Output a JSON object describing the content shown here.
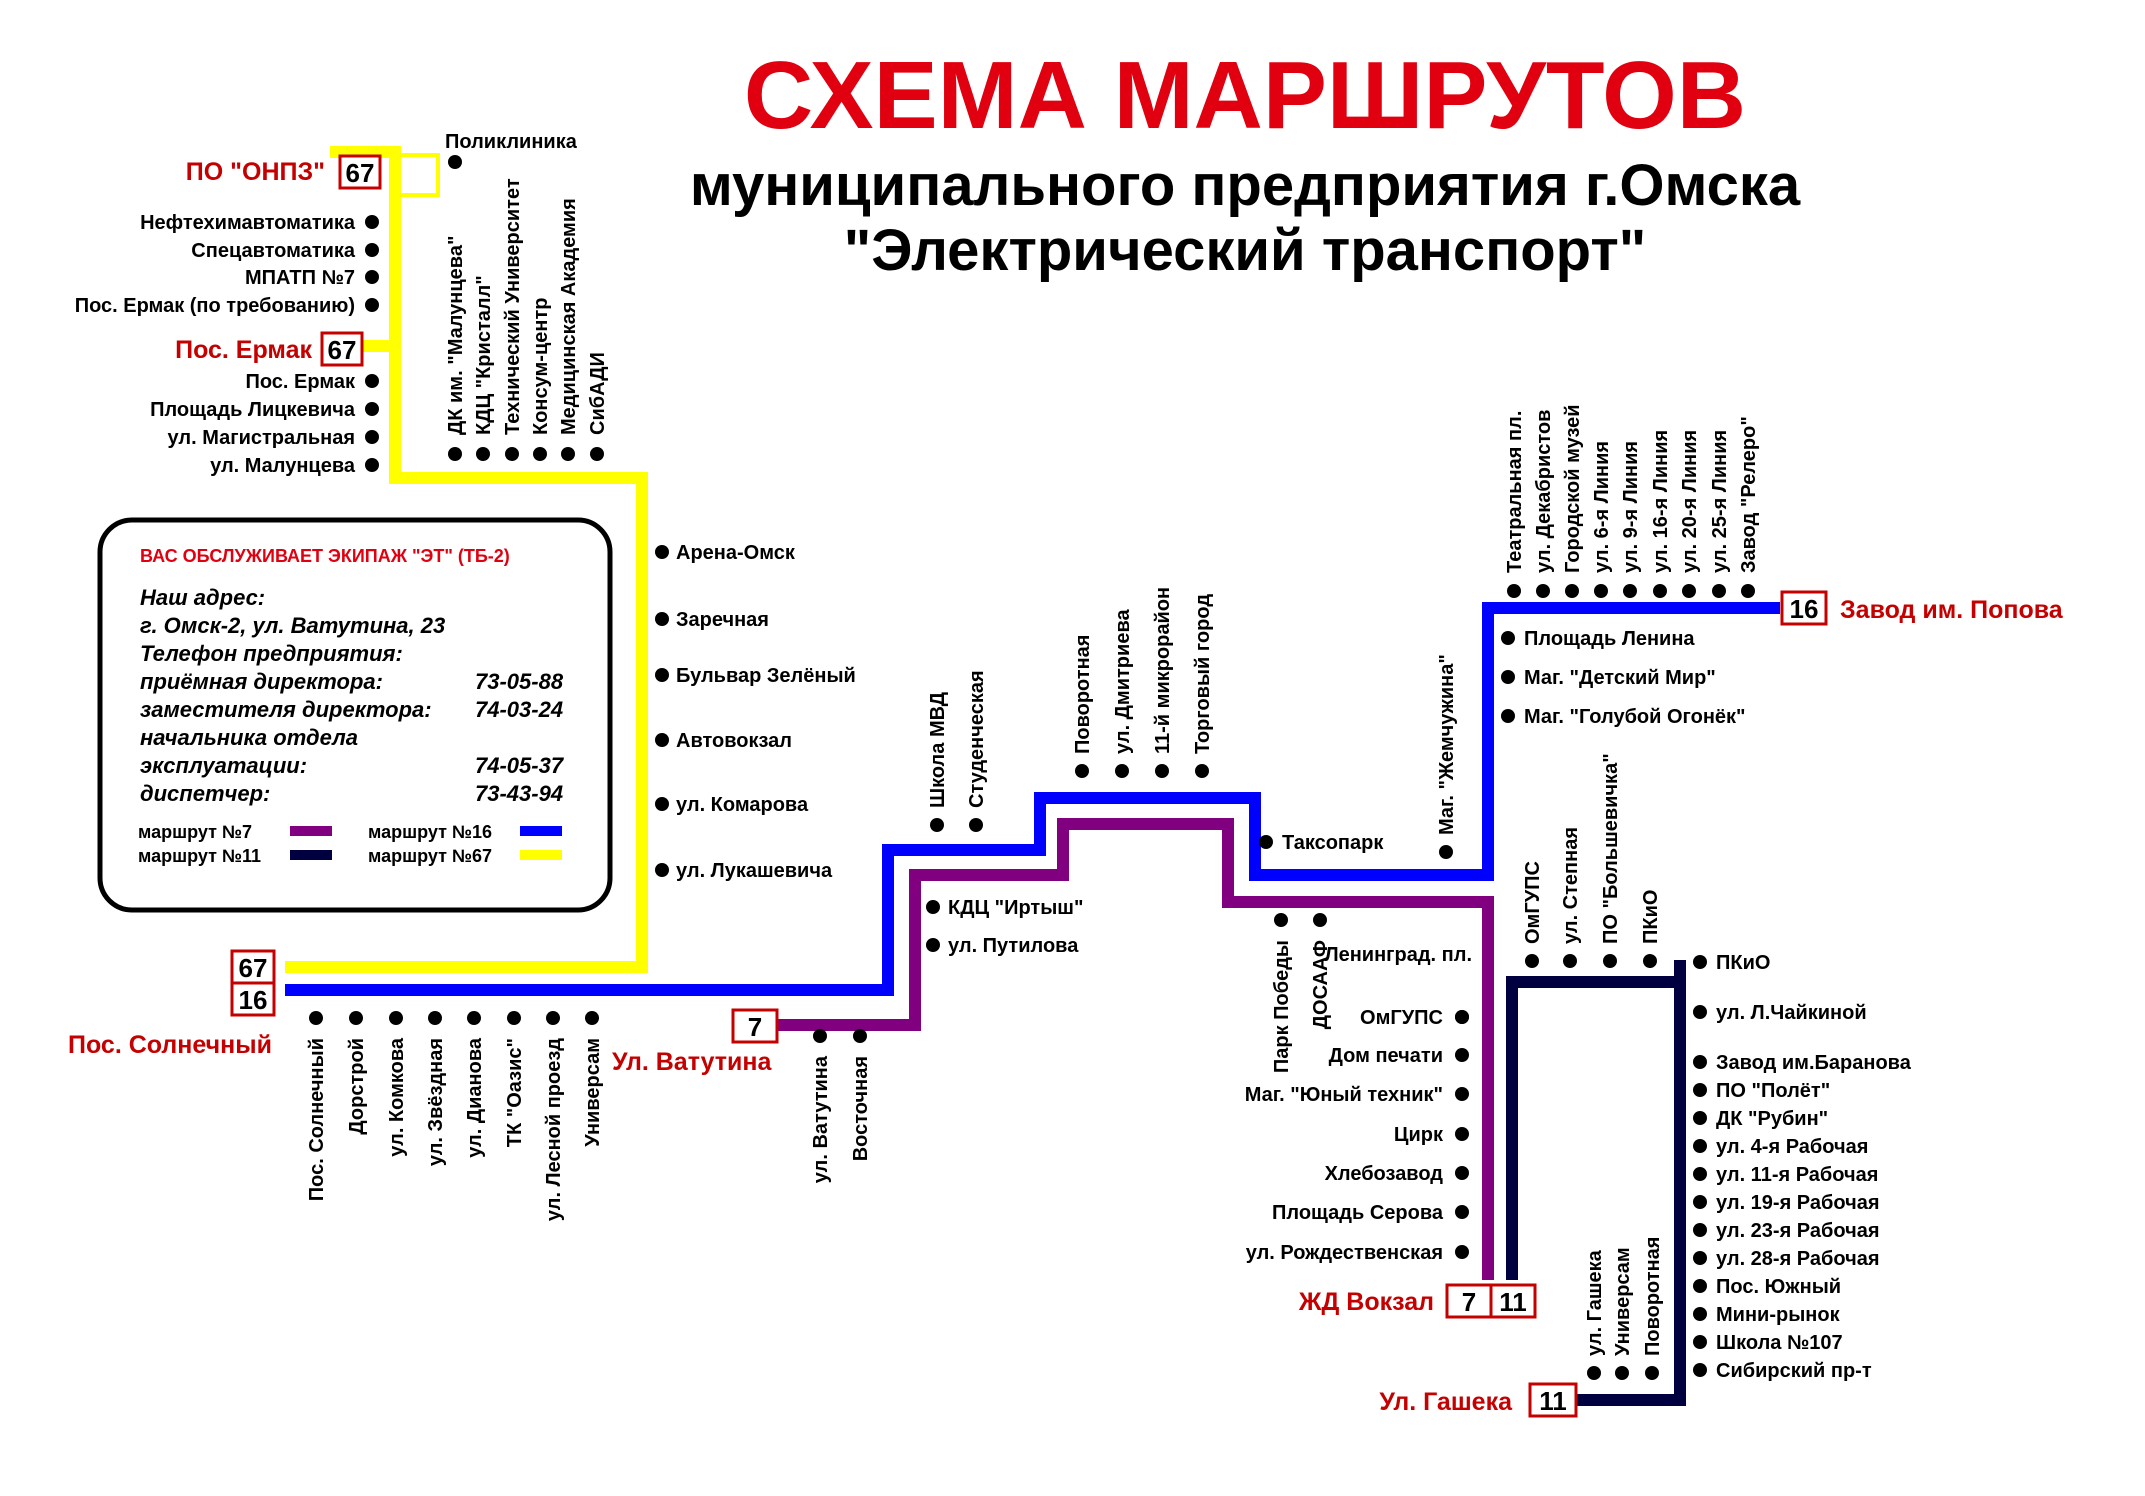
{
  "header": {
    "title": "СХЕМА МАРШРУТОВ",
    "subtitle1": "муниципального предприятия г.Омска",
    "subtitle2": "\"Электрический транспорт\""
  },
  "info_box": {
    "heading": "ВАС ОБСЛУЖИВАЕТ ЭКИПАЖ \"ЭТ\" (ТБ-2)",
    "address_label": "Наш адрес:",
    "address": "г. Омск-2, ул. Ватутина, 23",
    "phones_label": "Телефон предприятия:",
    "phones": [
      {
        "label": "приёмная директора:",
        "value": "73-05-88"
      },
      {
        "label": "заместителя директора:",
        "value": "74-03-24"
      },
      {
        "label": "начальника отдела",
        "value": ""
      },
      {
        "label": "эксплуатации:",
        "value": "74-05-37"
      },
      {
        "label": "диспетчер:",
        "value": "73-43-94"
      }
    ],
    "legend": [
      {
        "label": "маршрут №7",
        "color": "#800080"
      },
      {
        "label": "маршрут №16",
        "color": "#0000ff"
      },
      {
        "label": "маршрут №11",
        "color": "#000040"
      },
      {
        "label": "маршрут №67",
        "color": "#ffff00"
      }
    ]
  },
  "colors": {
    "route_7": "#800080",
    "route_11": "#000040",
    "route_16": "#0000ff",
    "route_67": "#ffff00",
    "terminal_text": "#c40000",
    "title": "#e0000f"
  },
  "terminals": {
    "onpz": {
      "label": "ПО \"ОНПЗ\"",
      "routes": [
        "67"
      ]
    },
    "ermak": {
      "label": "Пос. Ермак",
      "routes": [
        "67"
      ]
    },
    "solnechny": {
      "label": "Пос. Солнечный",
      "routes": [
        "67",
        "16"
      ]
    },
    "vatutina": {
      "label": "Ул. Ватутина",
      "routes": [
        "7"
      ]
    },
    "popova": {
      "label": "Завод им. Попова",
      "routes": [
        "16"
      ]
    },
    "vokzal": {
      "label": "ЖД Вокзал",
      "routes": [
        "7",
        "11"
      ]
    },
    "gasheka": {
      "label": "Ул. Гашека",
      "routes": [
        "11"
      ]
    }
  },
  "stops": {
    "onpz_left": [
      "Нефтехимавтоматика",
      "Спецавтоматика",
      "МПАТП №7",
      "Пос. Ермак (по требованию)"
    ],
    "ermak_left": [
      "Пос. Ермак",
      "Площадь Лицкевича",
      "ул. Магистральная",
      "ул. Малунцева"
    ],
    "poliklinika": "Поликлиника",
    "top_vertical": [
      "ДК им. \"Малунцева\"",
      "КДЦ \"Кристалл\"",
      "Технический Университет",
      "Консум-центр",
      "Медицинская Академия",
      "СибАДИ"
    ],
    "irtysh_right": [
      "Арена-Омск",
      "Заречная",
      "Бульвар Зелёный",
      "Автовокзал",
      "ул. Комарова",
      "ул. Лукашевича"
    ],
    "solnechny_bottom": [
      "Пос. Солнечный",
      "Дорстрой",
      "ул. Комкова",
      "ул. Звёздная",
      "ул. Дианова",
      "ТК \"Оазис\"",
      "ул. Лесной проезд",
      "Универсам"
    ],
    "vatutina_bottom": [
      "ул. Ватутина",
      "Восточная"
    ],
    "mvd_top": [
      "Школа МВД",
      "Студенческая"
    ],
    "kdc_right": [
      "КДЦ \"Иртыш\"",
      "ул. Путилова"
    ],
    "center_top": [
      "Поворотная",
      "ул. Дмитриева",
      "11-й микрорайон",
      "Торговый город"
    ],
    "taksopark": "Таксопарк",
    "zhemchuzhina": "Маг. \"Жемчужина\"",
    "pobedy_vertical": [
      "Парк Победы",
      "ДОСААФ"
    ],
    "route7_left": [
      "Ленинград. пл.",
      "ОмГУПС",
      "Дом печати",
      "Маг. \"Юный техник\"",
      "Цирк",
      "Хлебозавод",
      "Площадь Серова",
      "ул. Рождественская"
    ],
    "top_right_vertical": [
      "Театральная пл.",
      "ул. Декабристов",
      "Городской музей",
      "ул. 6-я Линия",
      "ул. 9-я Линия",
      "ул. 16-я Линия",
      "ул. 20-я Линия",
      "ул. 25-я Линия",
      "Завод \"Релеро\""
    ],
    "route16_right": [
      "Площадь Ленина",
      "Маг. \"Детский Мир\"",
      "Маг. \"Голубой Огонёк\""
    ],
    "route11_top": [
      "ОмГУПС",
      "ул. Степная",
      "ПО \"Большевичка\"",
      "ПКиО"
    ],
    "route11_right": [
      "ПКиО",
      "ул. Л.Чайкиной",
      "Завод им.Баранова",
      "ПО \"Полёт\"",
      "ДК \"Рубин\"",
      "ул. 4-я Рабочая",
      "ул. 11-я Рабочая",
      "ул. 19-я Рабочая",
      "ул. 23-я Рабочая",
      "ул. 28-я Рабочая",
      "Пос. Южный",
      "Мини-рынок",
      "Школа №107",
      "Сибирский пр-т"
    ],
    "gasheka_vertical": [
      "ул. Гашека",
      "Универсам",
      "Поворотная"
    ]
  }
}
